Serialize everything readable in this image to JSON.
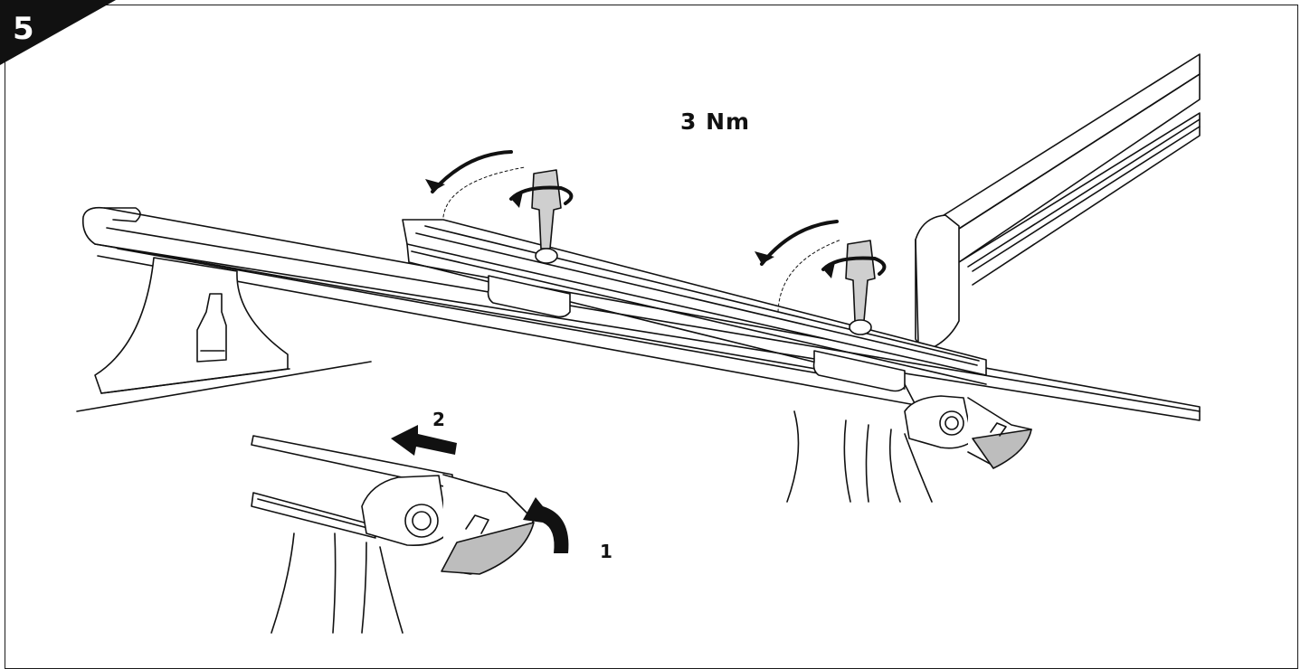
{
  "step": {
    "number": "5"
  },
  "labels": {
    "torque": "3 Nm",
    "step_one": "1",
    "step_two": "2"
  },
  "colors": {
    "ink": "#111111",
    "fill_grey": "#bdbdbd",
    "paper": "#ffffff"
  }
}
